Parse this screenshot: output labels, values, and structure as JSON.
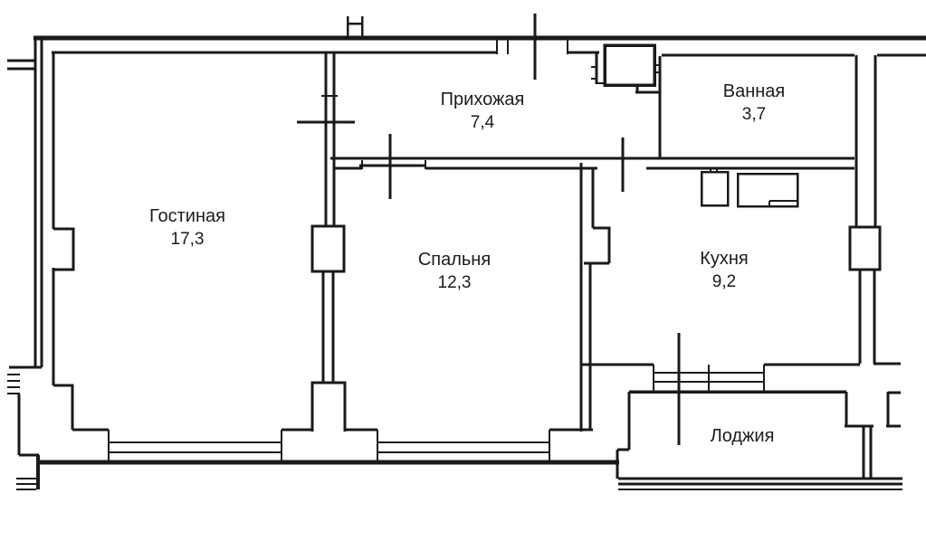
{
  "title": "Apartment floor plan",
  "colors": {
    "wall": "#1a1a1a",
    "background": "#ffffff"
  },
  "rooms": [
    {
      "id": "living-room",
      "name": "Гостиная",
      "area": "17,3"
    },
    {
      "id": "hallway",
      "name": "Прихожая",
      "area": "7,4"
    },
    {
      "id": "bathroom",
      "name": "Ванная",
      "area": "3,7"
    },
    {
      "id": "bedroom",
      "name": "Спальня",
      "area": "12,3"
    },
    {
      "id": "kitchen",
      "name": "Кухня",
      "area": "9,2"
    },
    {
      "id": "loggia",
      "name": "Лоджия",
      "area": ""
    }
  ]
}
